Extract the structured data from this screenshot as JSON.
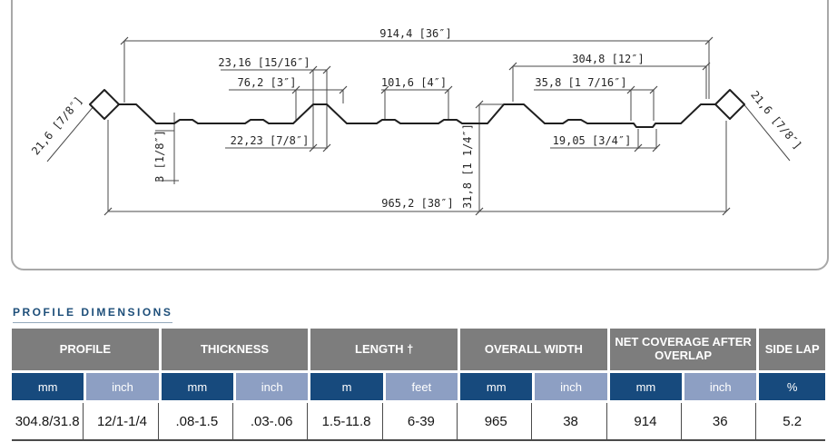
{
  "diagram": {
    "labels": {
      "net_coverage": "914,4  [36″]",
      "panel_right_span": "304,8  [12″]",
      "rib_top_width": "23,16  [15/16″]",
      "rib_base_width": "76,2  [3″]",
      "pan_rib_spacing": "101,6  [4″]",
      "underlap_width": "35,8  [1  7/16″]",
      "rib_lower_width": "22,23  [7/8″]",
      "groove_width": "19,05  [3/4″]",
      "overall_width": "965,2  [38″]",
      "profile_height": "31,8  [1  1/4″]",
      "stiffener_height": "3  [1/8″]",
      "edge_fold_left": "21,6  [7/8″]",
      "edge_fold_right": "21,6  [7/8″]"
    }
  },
  "table": {
    "title": "PROFILE DIMENSIONS",
    "groups": [
      {
        "label": "PROFILE",
        "units": [
          "mm",
          "inch"
        ]
      },
      {
        "label": "THICKNESS",
        "units": [
          "mm",
          "inch"
        ]
      },
      {
        "label": "LENGTH †",
        "units": [
          "m",
          "feet"
        ]
      },
      {
        "label": "OVERALL WIDTH",
        "units": [
          "mm",
          "inch"
        ]
      },
      {
        "label": "NET COVERAGE AFTER OVERLAP",
        "units": [
          "mm",
          "inch"
        ]
      },
      {
        "label": "SIDE LAP",
        "units": [
          "%"
        ]
      }
    ],
    "values": [
      "304.8/31.8",
      "12/1-1/4",
      ".08-1.5",
      ".03-.06",
      "1.5-11.8",
      "6-39",
      "965",
      "38",
      "914",
      "36",
      "5.2"
    ],
    "colors": {
      "group_header_bg": "#7d7d7d",
      "unit_primary_bg": "#174a7d",
      "unit_secondary_bg": "#8d9fc3",
      "title_color": "#1d4e79"
    }
  }
}
